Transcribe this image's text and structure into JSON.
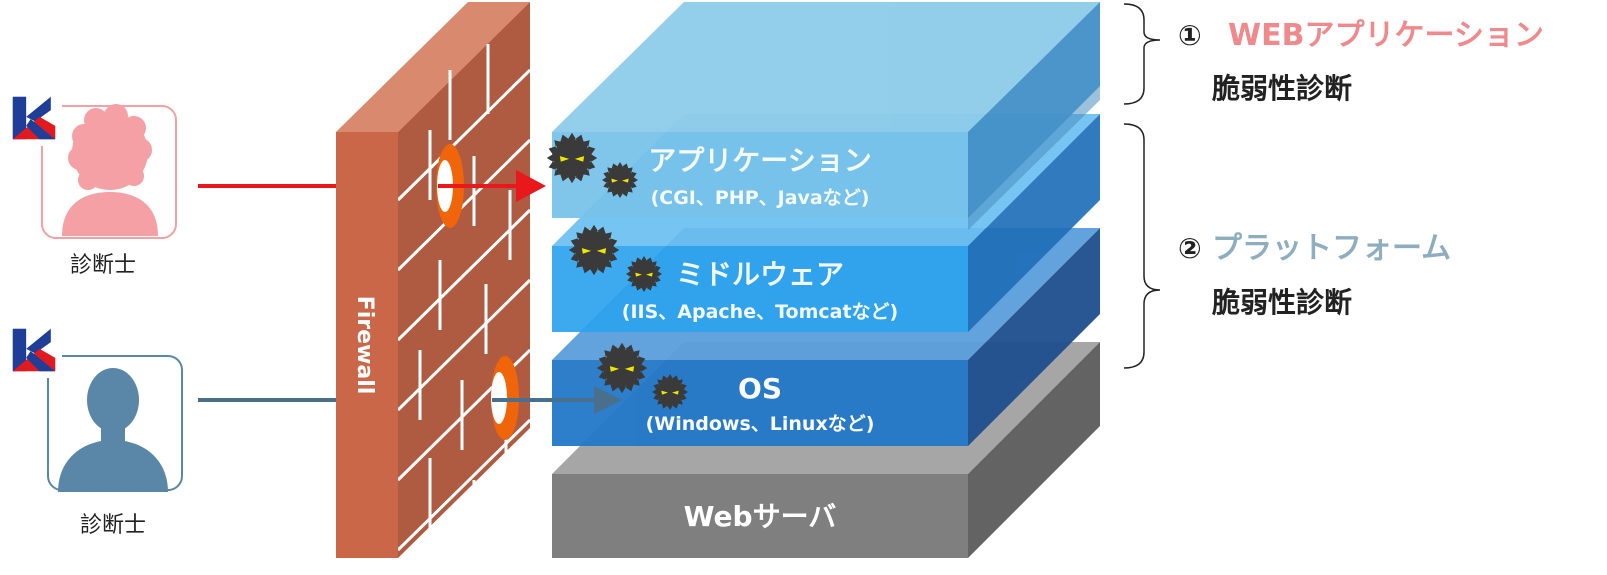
{
  "colors": {
    "pink": "#f4a0a4",
    "blue_person": "#5a87a8",
    "red_arrow": "#e8181c",
    "brick": "#b05a40",
    "brick_front": "#c96748",
    "top_layer": "#9ed2ec",
    "app_layer": "#72c3ea",
    "mid_layer": "#2da3ee",
    "os_layer": "#2378c8",
    "server_layer": "#7f7f7f",
    "title_pink": "#f0898c",
    "title_blue": "#8eaec0",
    "hole": "#f0640a"
  },
  "icons": [
    "k-logo-icon",
    "person-icon",
    "virus-icon"
  ],
  "diagnosticians": [
    {
      "label": "診断士"
    },
    {
      "label": "診断士"
    }
  ],
  "firewall": {
    "label": "Firewall"
  },
  "layers": {
    "app": {
      "title": "アプリケーション",
      "subtitle": "(CGI、PHP、Javaなど)"
    },
    "middle": {
      "title": "ミドルウェア",
      "subtitle": "(IIS、Apache、Tomcatなど)"
    },
    "os": {
      "title": "OS",
      "subtitle": "(Windows、Linuxなど)"
    },
    "server": {
      "title": "Webサーバ"
    }
  },
  "right_labels": {
    "web": {
      "num": "①",
      "title": "WEBアプリケーション",
      "sub": "脆弱性診断"
    },
    "platform": {
      "num": "②",
      "title": "プラットフォーム",
      "sub": "脆弱性診断"
    }
  }
}
